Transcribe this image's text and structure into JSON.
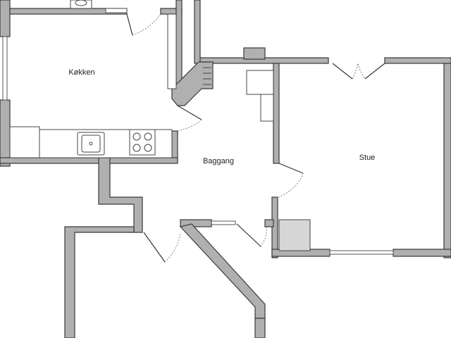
{
  "rooms": {
    "kitchen": {
      "label": "Køkken"
    },
    "back_hall": {
      "label": "Baggang"
    },
    "living_room": {
      "label": "Stue"
    }
  },
  "colors": {
    "wall_fill": "#b0b0b0",
    "wall_outline": "#3a3a3a",
    "background": "#ffffff"
  }
}
